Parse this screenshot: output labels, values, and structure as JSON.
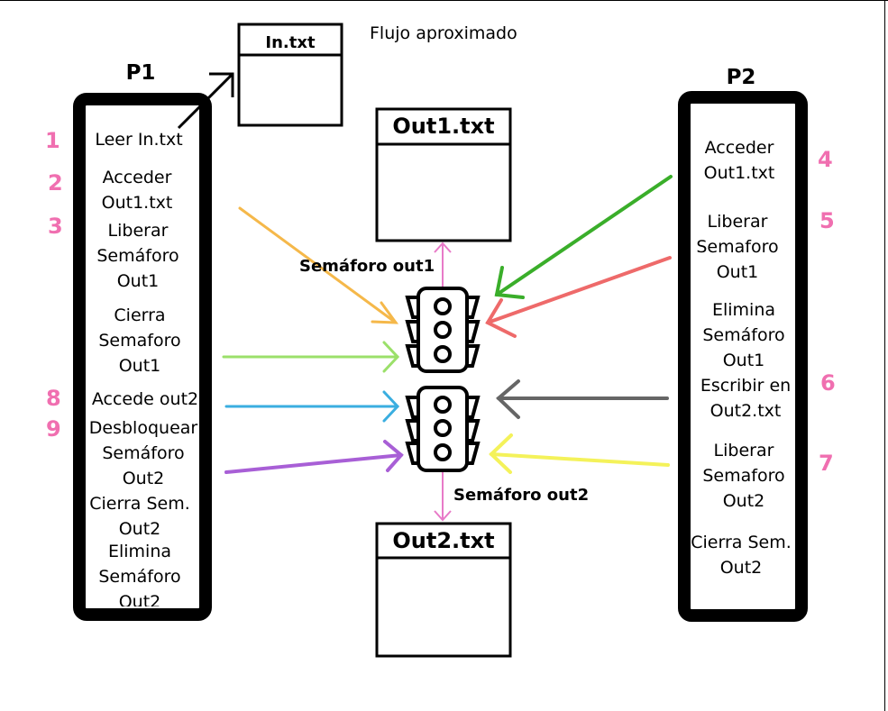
{
  "heading": "Flujo aproximado",
  "p1": {
    "title": "P1",
    "steps": [
      "Leer In.txt",
      "Acceder Out1.txt",
      "Liberar Semáforo Out1",
      "Cierra Semaforo Out1",
      "Accede out2",
      "Desbloquear Semáforo Out2",
      "Cierra Sem. Out2",
      "Elimina Semáforo Out2"
    ],
    "numbers": [
      "1",
      "2",
      "3",
      "8",
      "9"
    ]
  },
  "p2": {
    "title": "P2",
    "steps": [
      "Acceder Out1.txt",
      "Liberar Semaforo Out1",
      "Elimina Semáforo Out1",
      "Escribir en Out2.txt",
      "Liberar Semaforo Out2",
      "Cierra Sem. Out2"
    ],
    "numbers": [
      "4",
      "5",
      "6",
      "7"
    ]
  },
  "files": {
    "in": "In.txt",
    "out1": "Out1.txt",
    "out2": "Out2.txt"
  },
  "semaphores": {
    "out1_label": "Semáforo out1",
    "out2_label": "Semáforo out2"
  },
  "colors": {
    "number": "#f06fb0",
    "orange": "#f5b84a",
    "lightgreen": "#9be06a",
    "blue": "#3aaee0",
    "purple": "#a85fd6",
    "green": "#3aae2a",
    "red": "#ee6a6a",
    "gray": "#666666",
    "yellow": "#f4f25a",
    "pink": "#e87ac8"
  }
}
